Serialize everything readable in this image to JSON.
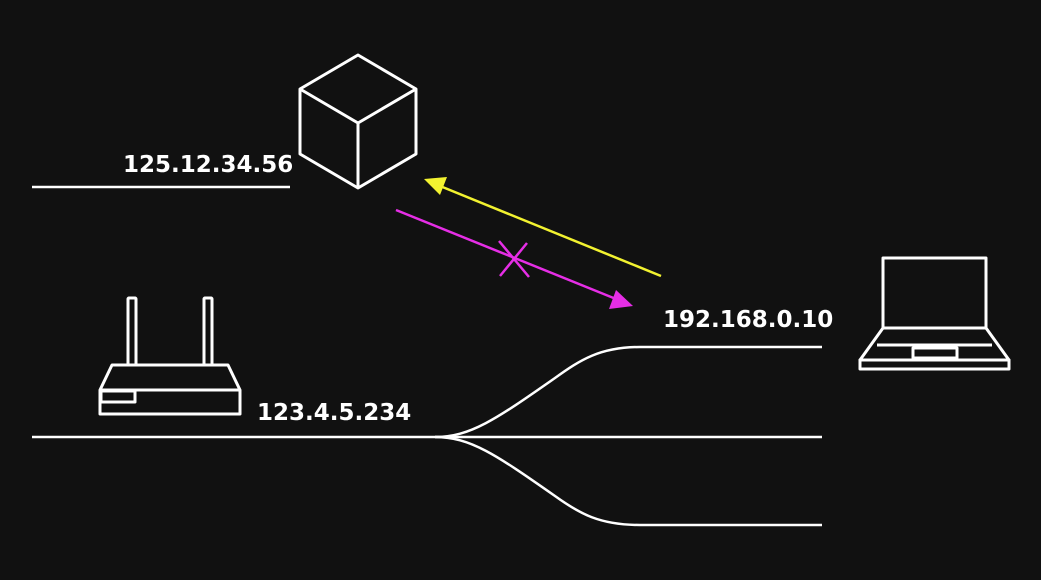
{
  "labels": {
    "server_ip": "125.12.34.56",
    "router_ip": "123.4.5.234",
    "laptop_ip": "192.168.0.10"
  },
  "icons": {
    "server": "cube-icon",
    "router": "router-icon",
    "laptop": "laptop-icon",
    "blocked": "cross-icon"
  },
  "colors": {
    "background": "#111111",
    "lines": "#ffffff",
    "reply_arrow": "#f2f230",
    "request_arrow": "#e62ee6"
  }
}
